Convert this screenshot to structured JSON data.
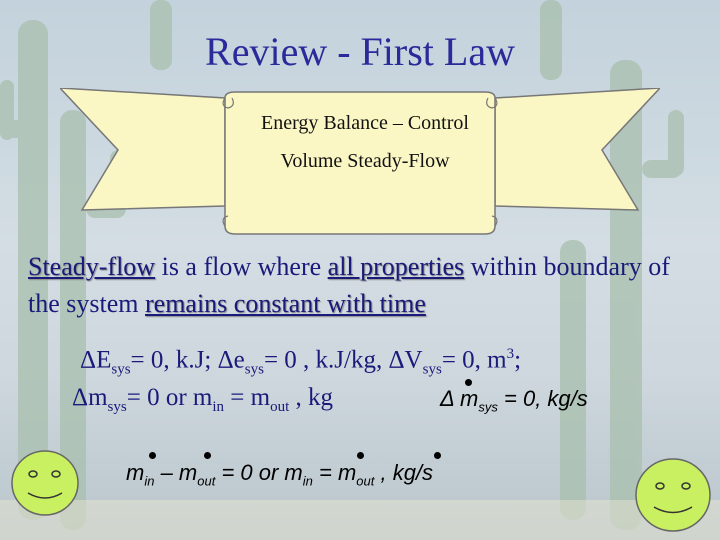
{
  "slide": {
    "title": "Review - First Law",
    "banner": {
      "line1": "Energy Balance – Control",
      "line2": "Volume Steady-Flow"
    },
    "definition": {
      "term": "Steady-flow",
      "part1": " is a flow where ",
      "term2": "all properties",
      "part2": " within boundary of the system ",
      "term3": "remains constant with time"
    },
    "equation1": {
      "dE": "ΔE",
      "sys1": "sys",
      "v1": "= 0, k.J;  ",
      "de": "Δe",
      "sys2": "sys",
      "v2": "= 0 , k.J/kg, ",
      "dV": "ΔV",
      "sys3": "sys",
      "v3": "= 0, m",
      "exp": "3",
      "end": ";"
    },
    "equation2": {
      "dm": "Δm",
      "sys": "sys",
      "v1": "= 0 or m",
      "in": "in",
      "v2": " = m",
      "out": "out",
      "v3": " , kg"
    },
    "math1": {
      "delta": "Δ m",
      "sys": "sys",
      "rest": " = 0, kg/s"
    },
    "math2": {
      "m1": "m",
      "in1": "in",
      "minus": " – ",
      "m2": "m",
      "out1": "out",
      "eq": "  = 0 or  ",
      "m3": "m",
      "in2": "in",
      "eq2": "  =  ",
      "m4": "m",
      "out2": "out",
      "unit": " , kg/s"
    }
  },
  "colors": {
    "title": "#2a2a9a",
    "text": "#1a1a7a",
    "banner": "#fbf7c4",
    "face": "#c8f060",
    "cactus": "#9fb7a6"
  }
}
